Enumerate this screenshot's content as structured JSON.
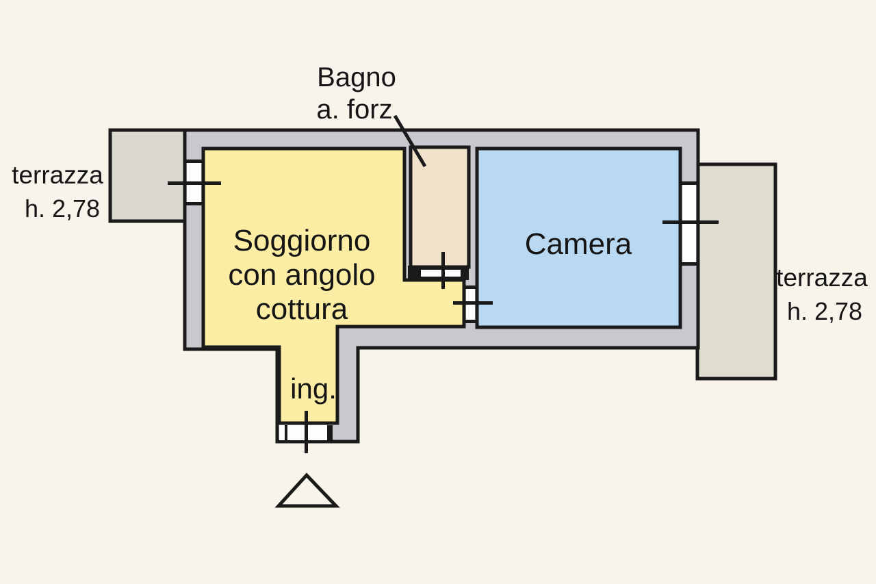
{
  "plan": {
    "type": "apartment-floor-plan",
    "labels": {
      "bagno": "Bagno",
      "bagno_note": "a. forz",
      "terrace_left": "terrazza",
      "terrace_left_height": "h. 2,78",
      "soggiorno_line1": "Soggiorno",
      "soggiorno_line2": "con angolo",
      "soggiorno_line3": "cottura",
      "camera": "Camera",
      "entrance": "ing.",
      "terrace_right": "terrazza",
      "terrace_right_height": "h. 2,78"
    },
    "colors": {
      "background": "#f8f4ec",
      "wall": "#c7c9cf",
      "outline": "#1a1a1a",
      "opening": "#fdfdfd",
      "soggiorno": "#fbeda3",
      "camera": "#b9d8f1",
      "bagno": "#f1e3cb",
      "terrace_left": "#dbd8d1",
      "terrace_right": "#e0dcd0",
      "text": "#151515"
    }
  }
}
